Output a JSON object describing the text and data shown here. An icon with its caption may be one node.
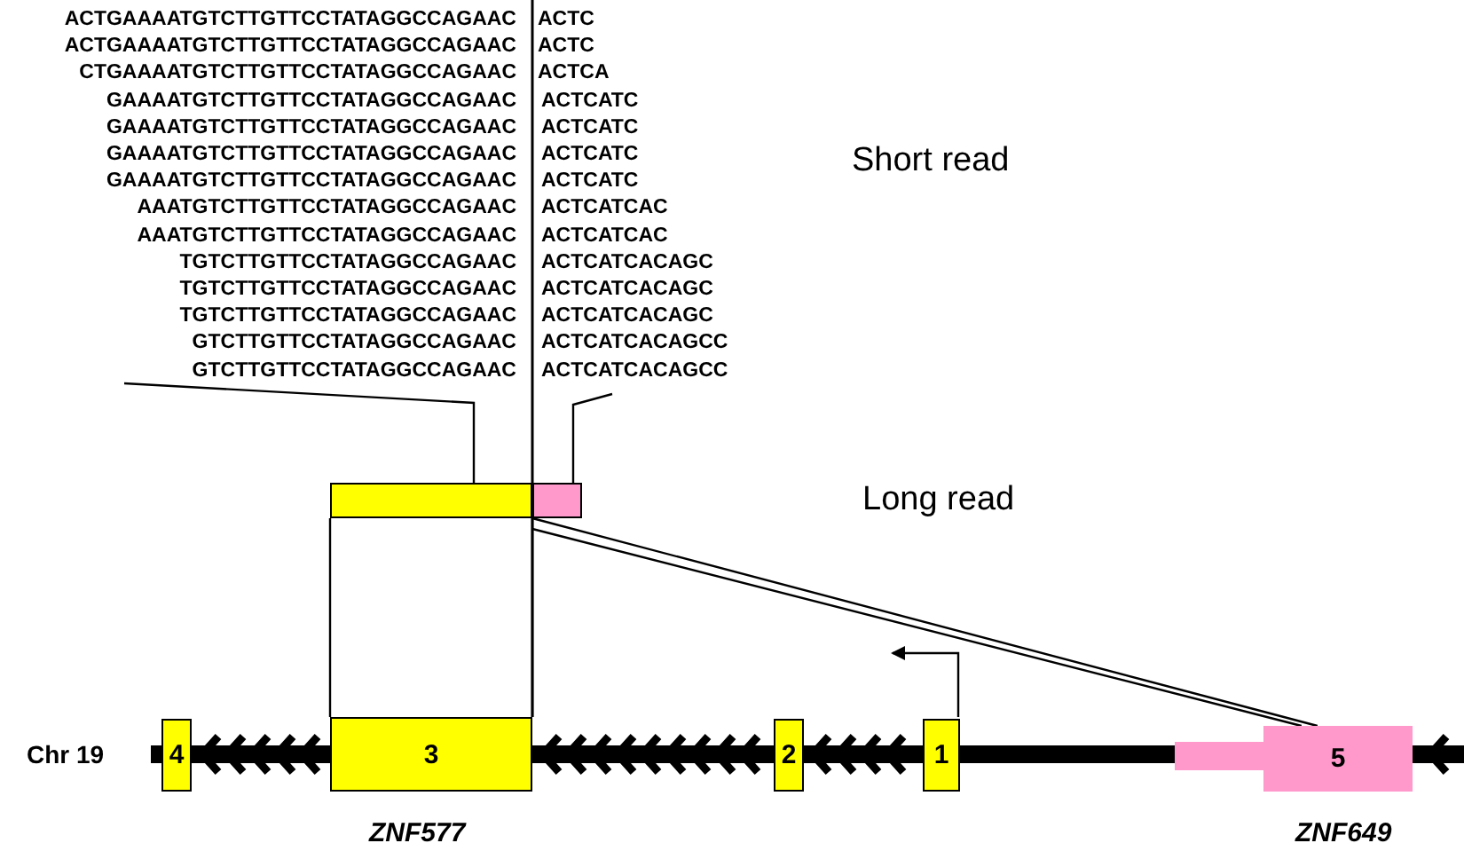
{
  "diagram": {
    "nodes": [
      {
        "text": [],
        "shape": "bar"
      },
      {
        "text": [],
        "shape": "bar"
      },
      {
        "text": [
          "4"
        ]
      },
      {
        "text": [
          "3"
        ]
      },
      {
        "text": [
          "2"
        ]
      },
      {
        "text": [
          "1"
        ]
      },
      {
        "text": [
          "5"
        ]
      }
    ],
    "edges": [
      {
        "from": 0,
        "to": 3,
        "arrow": "none"
      },
      {
        "from": 1,
        "to": 6,
        "arrow": "none"
      }
    ],
    "labels": [
      "ACTGAAAATGTCTTGTTCCTATAGGCCAGAAC",
      "ACTC",
      "ACTGAAAATGTCTTGTTCCTATAGGCCAGAAC",
      "ACTC",
      "CTGAAAATGTCTTGTTCCTATAGGCCAGAAC",
      "ACTCA",
      "GAAAATGTCTTGTTCCTATAGGCCAGAAC",
      "ACTCATC",
      "GAAAATGTCTTGTTCCTATAGGCCAGAAC",
      "ACTCATC",
      "GAAAATGTCTTGTTCCTATAGGCCAGAAC",
      "ACTCATC",
      "GAAAATGTCTTGTTCCTATAGGCCAGAAC",
      "ACTCATC",
      "AAATGTCTTGTTCCTATAGGCCAGAAC",
      "ACTCATCAC",
      "AAATGTCTTGTTCCTATAGGCCAGAAC",
      "ACTCATCAC",
      "TGTCTTGTTCCTATAGGCCAGAAC",
      "ACTCATCACAGC",
      "TGTCTTGTTCCTATAGGCCAGAAC",
      "ACTCATCACAGC",
      "TGTCTTGTTCCTATAGGCCAGAAC",
      "ACTCATCACAGC",
      "GTCTTGTTCCTATAGGCCAGAAC",
      "ACTCATCACAGCC",
      "GTCTTGTTCCTATAGGCCAGAAC",
      "ACTCATCACAGCC",
      "Short read",
      "Long read",
      "Chr 19",
      "ZNF577",
      "ZNF649"
    ]
  }
}
